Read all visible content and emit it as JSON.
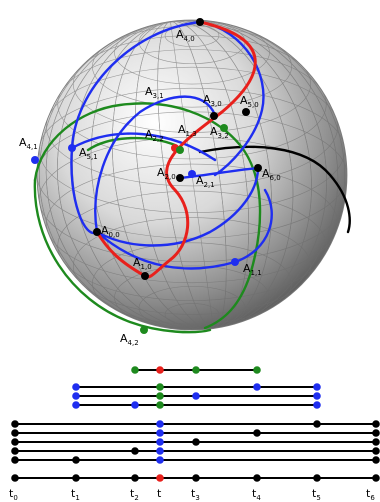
{
  "sphere_labels": [
    {
      "id": "A4,0",
      "main": "A",
      "sub": "4,0"
    },
    {
      "id": "A3,1",
      "main": "A",
      "sub": "3,1"
    },
    {
      "id": "A3,0",
      "main": "A",
      "sub": "3,0"
    },
    {
      "id": "A5,0",
      "main": "A",
      "sub": "5,0"
    },
    {
      "id": "A4,1",
      "main": "A",
      "sub": "4,1"
    },
    {
      "id": "A5,1",
      "main": "A",
      "sub": "5,1"
    },
    {
      "id": "A2,2",
      "main": "A",
      "sub": "2,2"
    },
    {
      "id": "A1,3",
      "main": "A",
      "sub": "1,3"
    },
    {
      "id": "A3,2",
      "main": "A",
      "sub": "3,2"
    },
    {
      "id": "A2,0",
      "main": "A",
      "sub": "2,0"
    },
    {
      "id": "A2,1",
      "main": "A",
      "sub": "2,1"
    },
    {
      "id": "A6,0",
      "main": "A",
      "sub": "6,0"
    },
    {
      "id": "A0,0",
      "main": "A",
      "sub": "0,0"
    },
    {
      "id": "A1,0",
      "main": "A",
      "sub": "1,0"
    },
    {
      "id": "A1,1",
      "main": "A",
      "sub": "1,1"
    },
    {
      "id": "A4,2",
      "main": "A",
      "sub": "4,2"
    }
  ],
  "axis_labels": [
    {
      "main": "t",
      "sub": "0"
    },
    {
      "main": "t",
      "sub": "1"
    },
    {
      "main": "t",
      "sub": "2"
    },
    {
      "main": "t",
      "sub": ""
    },
    {
      "main": "t",
      "sub": "3"
    },
    {
      "main": "t",
      "sub": "4"
    },
    {
      "main": "t",
      "sub": "5"
    },
    {
      "main": "t",
      "sub": "6"
    }
  ],
  "colors": {
    "red": "#e8201c",
    "blue": "#1f2ef0",
    "green": "#1e8a1e",
    "black": "#000000"
  }
}
